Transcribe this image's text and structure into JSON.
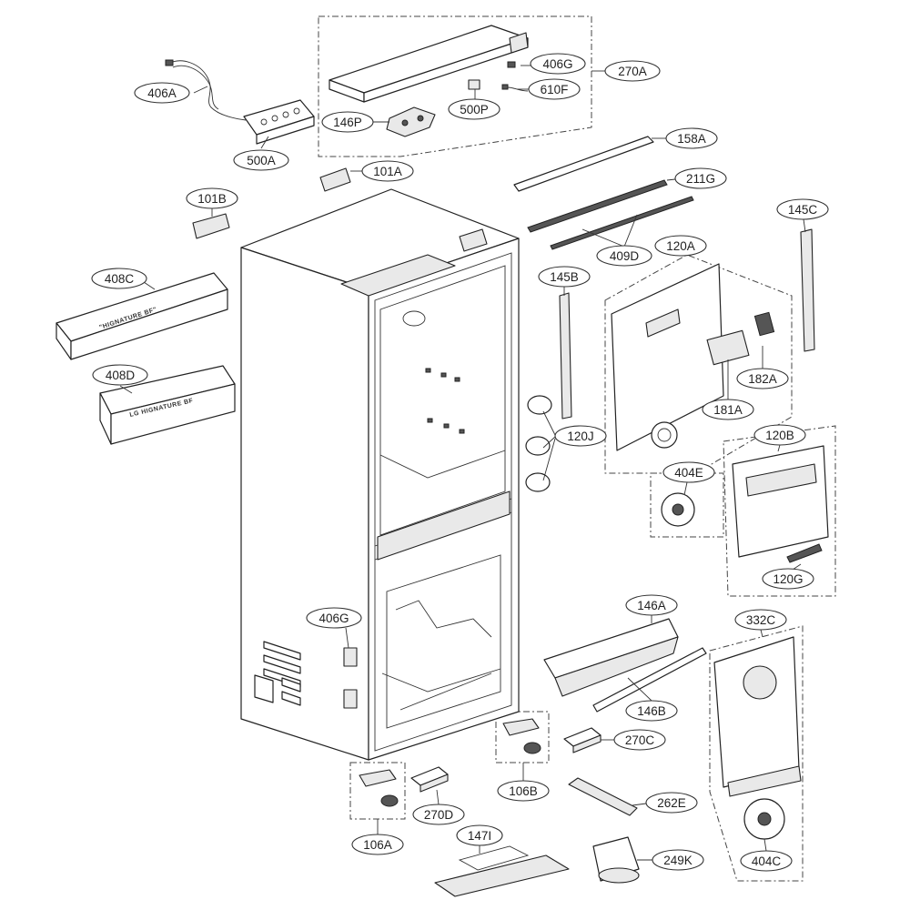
{
  "diagram": {
    "callouts": [
      "406A",
      "500A",
      "270A",
      "406G",
      "610F",
      "500P",
      "146P",
      "158A",
      "101A",
      "211G",
      "101B",
      "409D",
      "145C",
      "408C",
      "120A",
      "145B",
      "182A",
      "408D",
      "181A",
      "120J",
      "120B",
      "404E",
      "120G",
      "406G",
      "146A",
      "332C",
      "146B",
      "270C",
      "106B",
      "262E",
      "270D",
      "106A",
      "147I",
      "249K",
      "404C"
    ],
    "bin_labels": [
      "\"HIGNATURE BF\"",
      "LG HIGNATURE BF"
    ]
  }
}
